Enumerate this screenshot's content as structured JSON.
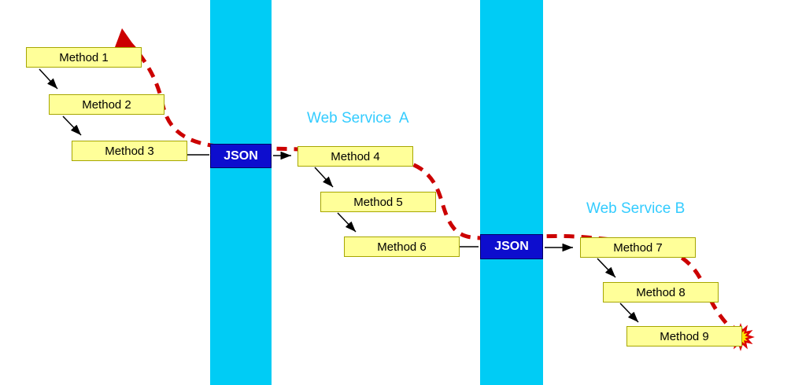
{
  "diagram": {
    "service_labels": [
      {
        "label": "Web Service  A"
      },
      {
        "label": "Web Service B"
      }
    ],
    "methods": [
      {
        "label": "Method 1"
      },
      {
        "label": "Method 2"
      },
      {
        "label": "Method 3"
      },
      {
        "label": "Method 4"
      },
      {
        "label": "Method 5"
      },
      {
        "label": "Method 6"
      },
      {
        "label": "Method 7"
      },
      {
        "label": "Method 8"
      },
      {
        "label": "Method 9"
      }
    ],
    "json_markers": [
      {
        "label": "JSON"
      },
      {
        "label": "JSON"
      }
    ],
    "colors": {
      "method_fill": "#FFFF99",
      "method_border": "#A6A600",
      "json_fill": "#0D0DCE",
      "json_text": "#FFFFFF",
      "lane_fill": "#00CCF5",
      "service_label_text": "#33CCFF",
      "flow_dash": "#CC0000",
      "connector": "#000000",
      "burst_fill": "#FFE800"
    }
  }
}
